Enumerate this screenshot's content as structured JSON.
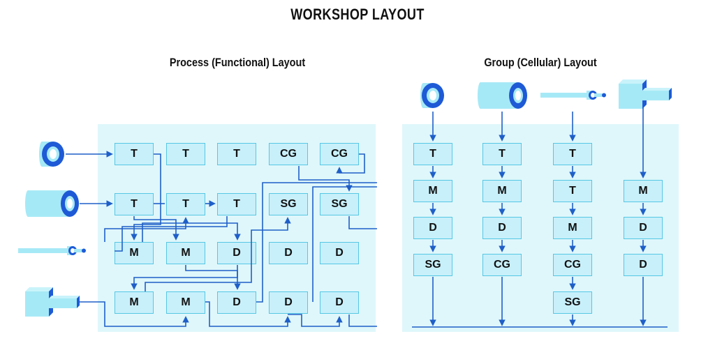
{
  "title": "WORKSHOP LAYOUT",
  "left_panel": {
    "subtitle": "Process (Functional) Layout",
    "rows": [
      [
        "T",
        "T",
        "T",
        "CG",
        "CG"
      ],
      [
        "T",
        "T",
        "T",
        "SG",
        "SG"
      ],
      [
        "M",
        "M",
        "D",
        "D",
        "D"
      ],
      [
        "M",
        "M",
        "D",
        "D",
        "D"
      ]
    ]
  },
  "right_panel": {
    "subtitle": "Group (Cellular) Layout",
    "columns": [
      [
        "T",
        "M",
        "D",
        "SG"
      ],
      [
        "T",
        "M",
        "D",
        "CG"
      ],
      [
        "T",
        "T",
        "M",
        "CG",
        "SG"
      ],
      [
        "M",
        "D",
        "D"
      ]
    ]
  },
  "parts": [
    "ring-part-icon",
    "thick-cylinder-part-icon",
    "thin-shaft-part-icon",
    "block-part-icon"
  ],
  "colors": {
    "panel_bg": "#dff7fb",
    "machine_fill": "#c8f0fb",
    "machine_border": "#55c7e4",
    "flow_line": "#1f5fc8",
    "part_dark": "#1e5ad6",
    "part_light": "#a6e9f6"
  }
}
